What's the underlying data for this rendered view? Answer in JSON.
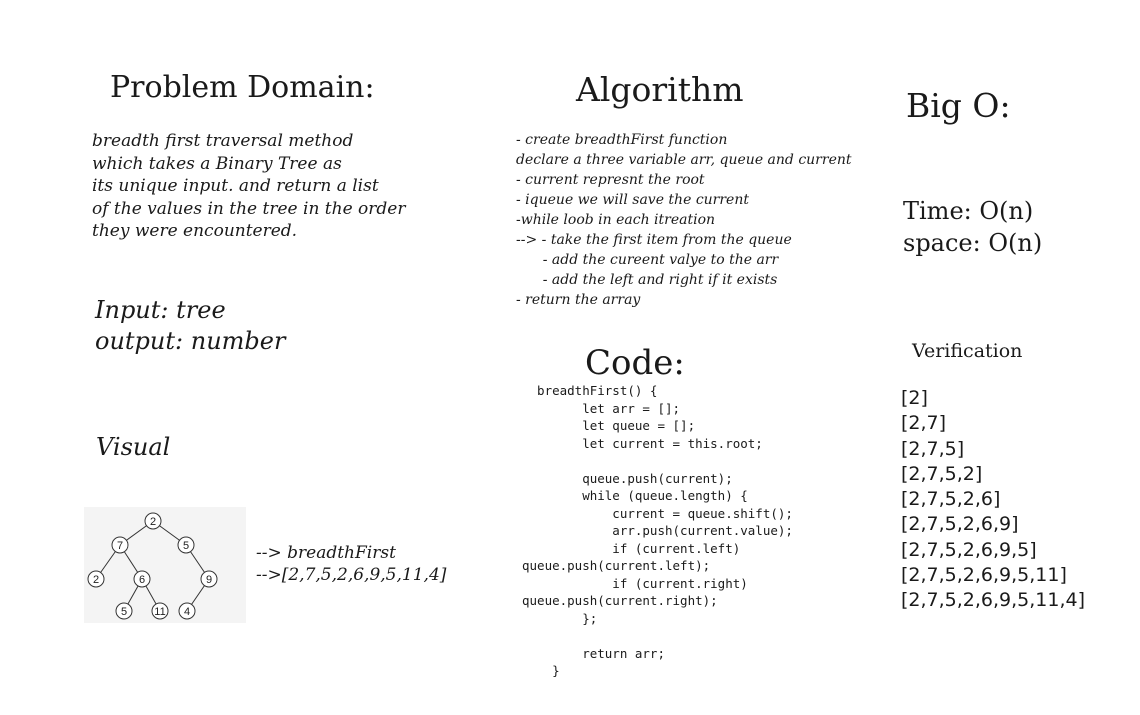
{
  "problem": {
    "title": "Problem Domain:",
    "lines": [
      "breadth first traversal method",
      " which takes a Binary Tree as",
      " its unique input. and return a list",
      "of the values in the tree in the order",
      "they were encountered."
    ],
    "input": "Input:  tree",
    "output": "output: number"
  },
  "visual": {
    "title": "Visual",
    "call_label": "--> breadthFirst",
    "result_label": "-->[2,7,5,2,6,9,5,11,4]",
    "nodes": [
      "2",
      "7",
      "5",
      "2",
      "6",
      "9",
      "5",
      "11",
      "4"
    ]
  },
  "algorithm": {
    "title": "Algorithm",
    "lines": [
      "- create breadthFirst function",
      "declare a three variable arr, queue and current",
      "- current represnt the root",
      "-  iqueue we will save the current",
      "-while loob in each itreation",
      "--> - take the first item from the queue",
      "      - add the cureent valye to the arr",
      "      - add the left and right if it exists",
      "- return the array"
    ]
  },
  "code": {
    "title": "Code:",
    "source": "  breadthFirst() {\n        let arr = [];\n        let queue = [];\n        let current = this.root;\n\n        queue.push(current);\n        while (queue.length) {\n            current = queue.shift();\n            arr.push(current.value);\n            if (current.left)\nqueue.push(current.left);\n            if (current.right)\nqueue.push(current.right);\n        };\n\n        return arr;\n    }"
  },
  "bigo": {
    "title": "Big O:",
    "time": "Time: O(n)",
    "space": "space: O(n)"
  },
  "verification": {
    "title": "Verification",
    "steps": [
      "[2]",
      "[2,7]",
      "[2,7,5]",
      "[2,7,5,2]",
      "[2,7,5,2,6]",
      "[2,7,5,2,6,9]",
      "[2,7,5,2,6,9,5]",
      "[2,7,5,2,6,9,5,11]",
      "[2,7,5,2,6,9,5,11,4]"
    ]
  }
}
